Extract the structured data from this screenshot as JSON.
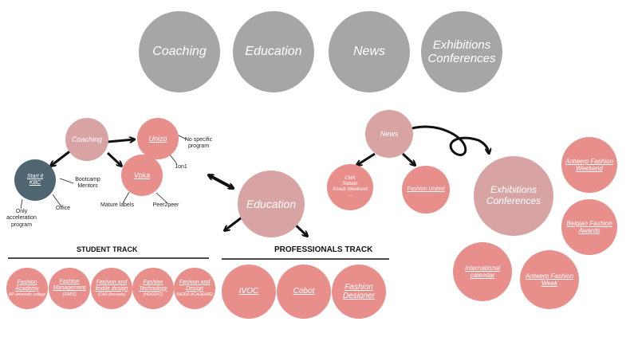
{
  "top_nav": {
    "coaching": "Coaching",
    "education": "Education",
    "news": "News",
    "exhibitions_line1": "Exhibitions",
    "exhibitions_line2": "Conferences"
  },
  "coaching_cluster": {
    "coaching": "Coaching",
    "unizo": "Unizo",
    "voka": "Voka",
    "start_it_line1": "Start it",
    "start_it_line2": "KBC",
    "notes": {
      "no_specific_line1": "No specific",
      "no_specific_line2": "program",
      "one_on_one": "1on1",
      "bootcamp": "Bootcamp",
      "mentors": "Mentors",
      "office": "Office",
      "only_accel_line1": "Only",
      "only_accel_line2": "acceleration",
      "only_accel_line3": "program",
      "mature_labels": "Mature labels",
      "peer2peer": "Peer2peer"
    }
  },
  "education_hub": {
    "label": "Education"
  },
  "student_track": {
    "title": "STUDENT TRACK",
    "items": [
      {
        "line1": "Fashion",
        "line2": "Academy",
        "sub": "AP university college"
      },
      {
        "line1": "Fashion",
        "line2": "Management",
        "sub": "(AMS)"
      },
      {
        "line1": "Fashion and",
        "line2": "textile design",
        "sub": "(CAD Brussels)"
      },
      {
        "line1": "Fashion",
        "line2": "Technology",
        "sub": "(HOGENT)"
      },
      {
        "line1": "Fashion and",
        "line2": "Design",
        "sub": "(MODE ACADEMIE)"
      }
    ]
  },
  "professionals_track": {
    "title": "PROFESSIONALS TRACK",
    "items": [
      {
        "line1": "IVOC",
        "line2": ""
      },
      {
        "line1": "Cobot",
        "line2": ""
      },
      {
        "line1": "Fashion",
        "line2": "Designer"
      }
    ]
  },
  "news_cluster": {
    "news": "News",
    "events": {
      "l1": "CMA",
      "l2": "Sabato",
      "l3": "Knack Weekend",
      "l4": "..."
    },
    "fashion_united": "Fashion United"
  },
  "exhibitions_cluster": {
    "hub_line1": "Exhibitions",
    "hub_line2": "Conferences",
    "items": [
      {
        "line1": "Antwerp Fashion",
        "line2": "Weekend"
      },
      {
        "line1": "Belgian Fashion",
        "line2": "Awards"
      },
      {
        "line1": "International",
        "line2": "calendar"
      },
      {
        "line1": "Antwerp Fashion",
        "line2": "Week"
      }
    ]
  },
  "colors": {
    "grey": "#a6a6a6",
    "mauve": "#d8a3a3",
    "pink": "#e88f8b",
    "slate": "#4f6672"
  }
}
